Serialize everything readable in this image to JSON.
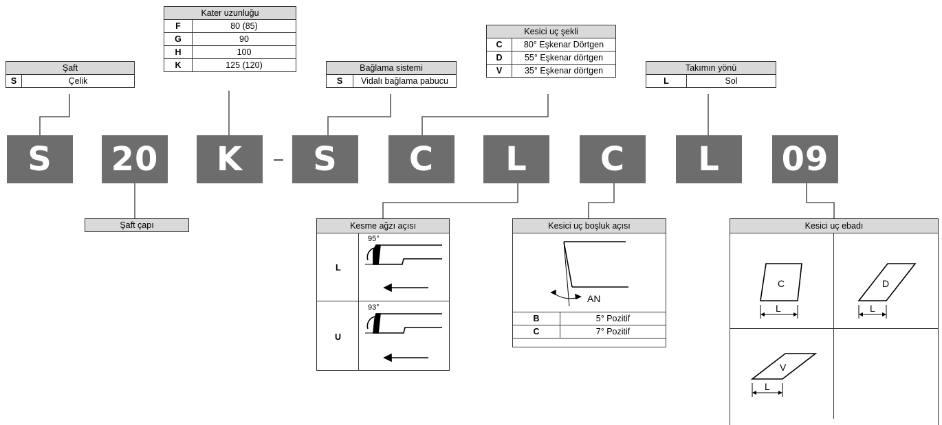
{
  "codes": [
    "S",
    "20",
    "K",
    "-",
    "S",
    "C",
    "L",
    "C",
    "L",
    "09"
  ],
  "saft": {
    "title": "Şaft",
    "rows": [
      [
        "S",
        "Çelik"
      ]
    ]
  },
  "kater": {
    "title": "Kater uzunluğu",
    "rows": [
      [
        "F",
        "80 (85)"
      ],
      [
        "G",
        "90"
      ],
      [
        "H",
        "100"
      ],
      [
        "K",
        "125 (120)"
      ]
    ]
  },
  "baglama": {
    "title": "Bağlama sistemi",
    "rows": [
      [
        "S",
        "Vidalı bağlama pabucu"
      ]
    ]
  },
  "kesici_sekli": {
    "title": "Kesici uç şekli",
    "rows": [
      [
        "C",
        "80° Eşkenar Dörtgen"
      ],
      [
        "D",
        "55° Eşkenar dörtgen"
      ],
      [
        "V",
        "35° Eşkenar dörtgen"
      ]
    ]
  },
  "takim_yonu": {
    "title": "Takımın yönü",
    "rows": [
      [
        "L",
        "Sol"
      ]
    ]
  },
  "saft_capi": {
    "title": "Şaft çapı"
  },
  "kesme_agzi": {
    "title": "Kesme ağzı açısı",
    "rows": [
      {
        "key": "L",
        "angle": "95°"
      },
      {
        "key": "U",
        "angle": "93°"
      }
    ]
  },
  "bosluk": {
    "title": "Kesici uç boşluk açısı",
    "an_label": "AN",
    "rows": [
      [
        "B",
        "5° Pozitif"
      ],
      [
        "C",
        "7° Pozitif"
      ]
    ]
  },
  "ebad": {
    "title": "Kesici uç ebadı",
    "shapes": [
      {
        "name": "C",
        "dim": "L"
      },
      {
        "name": "D",
        "dim": "L"
      },
      {
        "name": "V",
        "dim": "L"
      }
    ]
  }
}
